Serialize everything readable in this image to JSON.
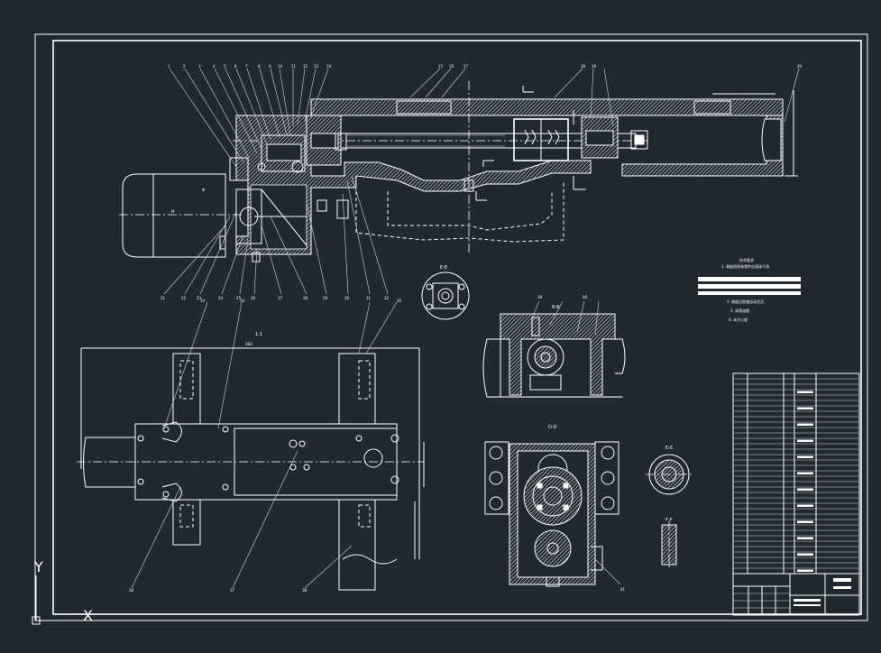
{
  "sheet": {
    "ucs_y_label": "Y",
    "ucs_x_label": "X"
  },
  "views": {
    "section_ee": "E-E",
    "section_bb": "B-B",
    "section_dd": "D-D",
    "section_ee2": "E-E",
    "section_ff": "F-F",
    "scale_note": "1:1"
  },
  "leaders": {
    "top": [
      "1",
      "2",
      "3",
      "4",
      "5",
      "6",
      "7",
      "8",
      "9",
      "10",
      "11",
      "12",
      "13",
      "14",
      "15",
      "16",
      "17",
      "18",
      "19",
      "20"
    ],
    "bottom": [
      "21",
      "22",
      "23",
      "24",
      "25",
      "26",
      "27",
      "28",
      "29",
      "30",
      "31",
      "32",
      "33",
      "34",
      "35"
    ],
    "plan": [
      "36",
      "37",
      "38",
      "39",
      "40",
      "41"
    ]
  },
  "tech_req": {
    "title": "技术要求",
    "line1": "1. 装配前所有零件应清洗干净",
    "line2": "2. 装配后检查运动灵活",
    "line3": "3. 润滑油脂",
    "line4": "4. 未注公差"
  },
  "colors": {
    "background": "#212830",
    "lines": "#ffffff"
  }
}
